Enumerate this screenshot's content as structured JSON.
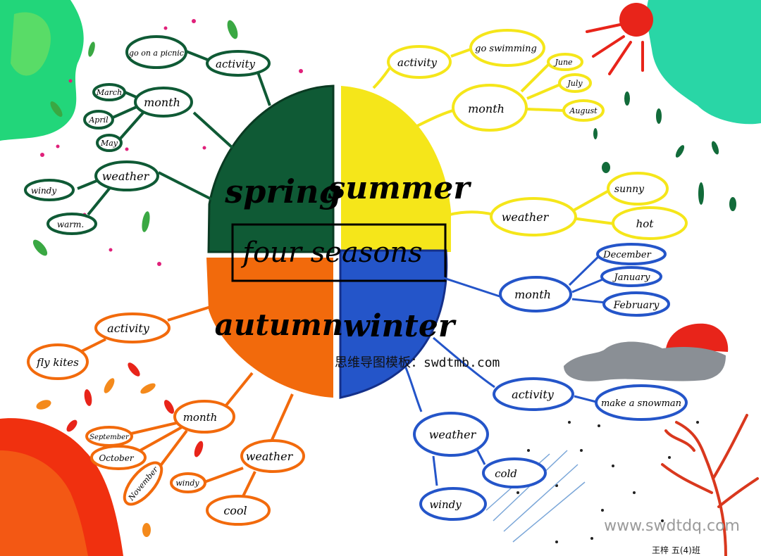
{
  "center": {
    "title": "four seasons"
  },
  "spring": {
    "label": "spring",
    "activity": "activity",
    "activity_item": "go on a picnic",
    "month": "month",
    "months": [
      "March",
      "April",
      "May"
    ],
    "weather": "weather",
    "weather_items": [
      "windy",
      "warm."
    ]
  },
  "summer": {
    "label": "summer",
    "activity": "activity",
    "activity_item": "go swimming",
    "month": "month",
    "months": [
      "June",
      "July",
      "August"
    ],
    "weather": "weather",
    "weather_items": [
      "sunny",
      "hot"
    ]
  },
  "autumn": {
    "label": "autumn",
    "activity": "activity",
    "activity_item": "fly kites",
    "month": "month",
    "months": [
      "September",
      "October",
      "November"
    ],
    "weather": "weather",
    "weather_items": [
      "windy",
      "cool"
    ]
  },
  "winter": {
    "label": "winter",
    "activity": "activity",
    "activity_item": "make a snowman",
    "month": "month",
    "months": [
      "December",
      "January",
      "February"
    ],
    "weather": "weather",
    "weather_items": [
      "cold",
      "windy"
    ]
  },
  "watermarks": {
    "center": "思维导图模板：swdtmb.com",
    "bottom": "www.swdtdq.com"
  },
  "signature": "王梓 五(4)班",
  "colors": {
    "spring": "#0f5a35",
    "summer": "#f5e61a",
    "autumn": "#f26a0c",
    "winter": "#2455c9"
  }
}
